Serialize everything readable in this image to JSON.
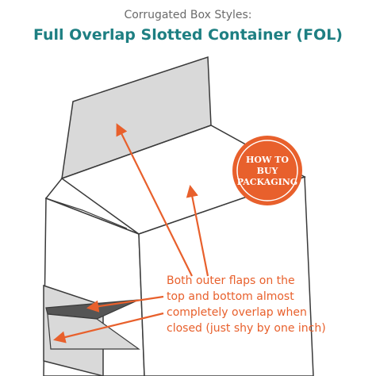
{
  "header": {
    "subtitle": "Corrugated Box Styles:",
    "title": "Full Overlap Slotted Container (FOL)"
  },
  "badge": {
    "lines": [
      "HOW TO",
      "BUY",
      "PACKAGING"
    ],
    "color": "#e8602c"
  },
  "callout": {
    "lines": [
      "Both outer flaps on the",
      "top and bottom almost",
      "completely overlap when",
      "closed (just shy by one inch)"
    ],
    "color": "#e8602c"
  },
  "colors": {
    "title": "#1e7f82",
    "flap_fill": "#d9d9d9",
    "outline": "#3a3a3a",
    "arrow": "#e8602c"
  }
}
